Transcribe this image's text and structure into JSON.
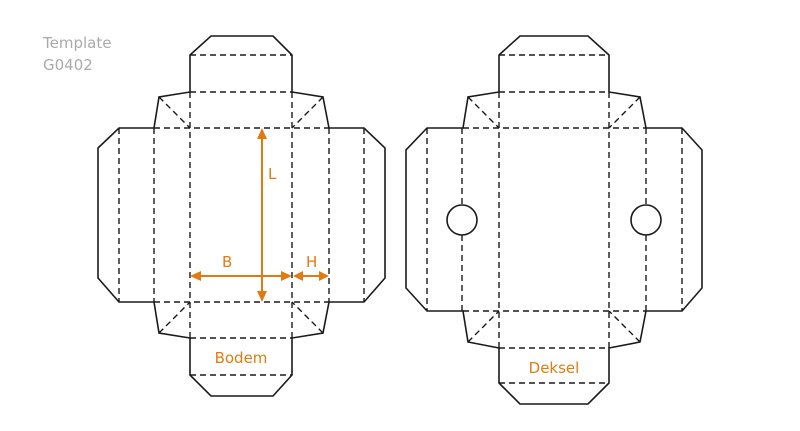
{
  "template": {
    "line1": "Template",
    "line2": "G0402"
  },
  "bottom_box": {
    "label": "Bodem",
    "dim_length": "L",
    "dim_width": "B",
    "dim_height": "H"
  },
  "lid_box": {
    "label": "Deksel"
  },
  "colors": {
    "accent": "#e07b12",
    "line": "#1a1a1a",
    "title": "#aaaaaa"
  }
}
